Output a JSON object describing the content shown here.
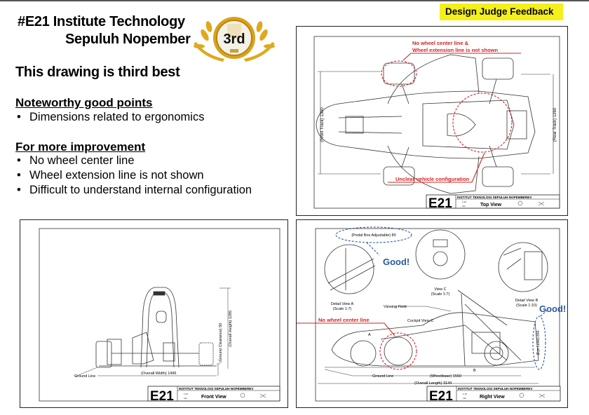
{
  "header": {
    "title_line1": "#E21  Institute Technology",
    "title_line2": "Sepuluh Nopember",
    "badge": "Design Judge Feedback",
    "rank": "3rd"
  },
  "summary": "This drawing is third best",
  "good": {
    "heading": "Noteworthy good points",
    "items": [
      "Dimensions related to ergonomics"
    ]
  },
  "improve": {
    "heading": "For more improvement",
    "items": [
      "No wheel center line",
      "Wheel extension line is not shown",
      "Difficult to understand internal configuration"
    ]
  },
  "title_block": {
    "team": "E21",
    "institute": "INSTITUT TEKNOLOGI SEPULUH NOPEMBEREV",
    "scale": "1:14",
    "unit": "mm"
  },
  "top_view": {
    "view_name": "Top View",
    "note1_line1": "No wheel center line &",
    "note1_line2": "Wheel extension line is not shown",
    "note2": "Unclear vehicle configuration",
    "front_track": "(Front Track) 1300",
    "rear_track": "(Rear Track) 1260"
  },
  "front_view": {
    "view_name": "Front View",
    "overall_width": "(Overall Width) 1496",
    "ground_line": "Ground Line",
    "ground_clearance": "(Ground Clearance) 50",
    "overall_height": "(Overall Height) 1285"
  },
  "right_view": {
    "view_name": "Right View",
    "pedal_box": "(Pedal Box Adjustable) 80",
    "good1": "Good!",
    "good2": "Good!",
    "detail_a": "Detail View A",
    "detail_a_scale": "(Scale 1:7)",
    "view_c": "View C",
    "view_c_scale": "(Scale 1:7)",
    "detail_b": "Detail View B",
    "detail_b_scale": "(Scale 1:10)",
    "viewing_field": "Viewing Field",
    "cockpit_view": "Cockpit View C",
    "note": "No wheel center line",
    "eye_level": "(Eye Level) 840",
    "ground_line": "Ground Line",
    "wheelbase": "(Wheelbase) 1560",
    "overall_length": "(Overall Length) 3144",
    "label_a": "A",
    "label_b": "B"
  },
  "colors": {
    "accent_red": "#d62020",
    "accent_blue": "#2a5aa0",
    "badge_yellow": "#f5ef1a",
    "gold": "#e0a81c"
  }
}
